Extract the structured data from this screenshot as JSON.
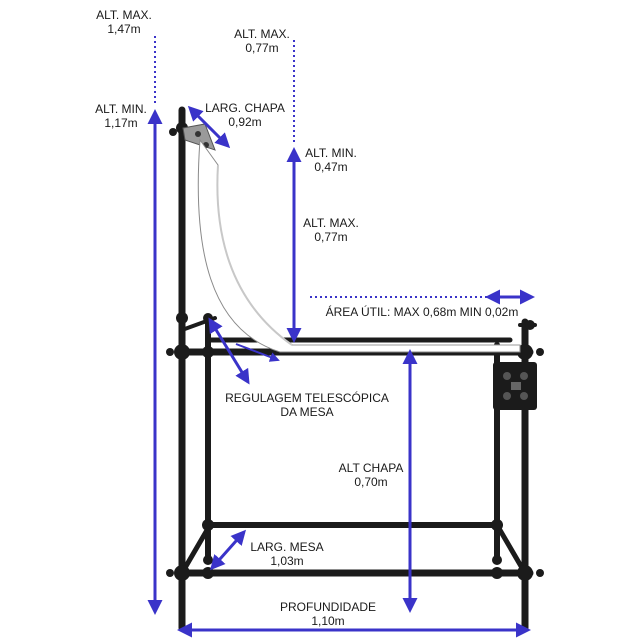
{
  "labels": {
    "alt_max_total": {
      "title": "ALT. MAX.",
      "value": "1,47m"
    },
    "alt_min_total": {
      "title": "ALT. MIN.",
      "value": "1,17m"
    },
    "larg_chapa": {
      "title": "LARG. CHAPA",
      "value": "0,92m"
    },
    "alt_max_back": {
      "title": "ALT. MAX.",
      "value": "0,77m"
    },
    "alt_min_back": {
      "title": "ALT. MIN.",
      "value": "0,47m"
    },
    "alt_max_sheet": {
      "title": "ALT. MAX.",
      "value": "0,77m"
    },
    "area_util": "ÁREA ÚTIL: MAX 0,68m MIN 0,02m",
    "regulagem": {
      "line1": "REGULAGEM TELESCÓPICA",
      "line2": "DA MESA"
    },
    "alt_chapa": {
      "title": "ALT CHAPA",
      "value": "0,70m"
    },
    "larg_mesa": {
      "title": "LARG. MESA",
      "value": "1,03m"
    },
    "profundidade": {
      "title": "PROFUNDIDADE",
      "value": "1,10m"
    }
  },
  "colors": {
    "arrow": "#3a33c9",
    "frame": "#1b1b1b",
    "sheet": "#ffffff",
    "text": "#1a1a1a"
  }
}
